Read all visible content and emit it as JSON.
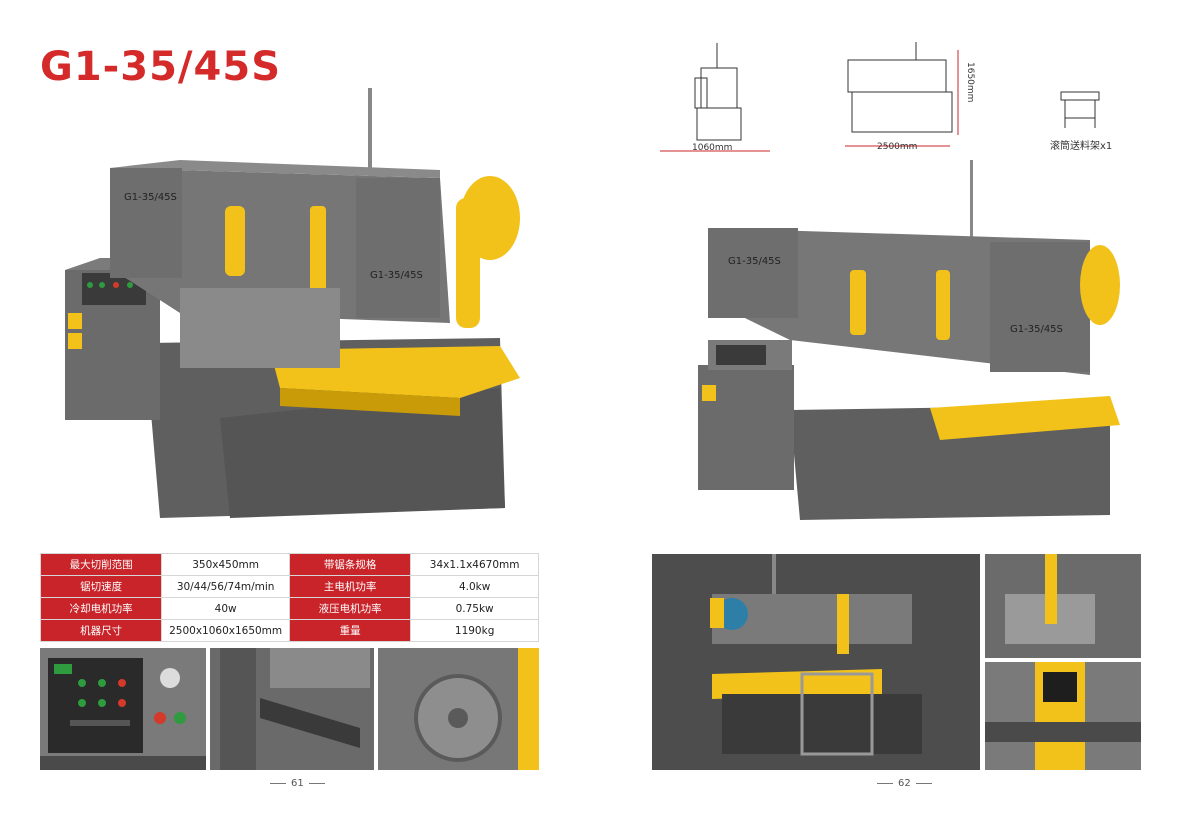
{
  "page_title": "G1-35/45S",
  "machine_label": "G1-35/45S",
  "diagrams": {
    "width_label": "1060mm",
    "length_label": "2500mm",
    "height_label": "1650mm",
    "roller_caption": "滚筒送料架x1"
  },
  "specs": [
    {
      "k1": "最大切削范围",
      "v1": "350x450mm",
      "k2": "带锯条规格",
      "v2": "34x1.1x4670mm"
    },
    {
      "k1": "锯切速度",
      "v1": "30/44/56/74m/min",
      "k2": "主电机功率",
      "v2": "4.0kw"
    },
    {
      "k1": "冷却电机功率",
      "v1": "40w",
      "k2": "液压电机功率",
      "v2": "0.75kw"
    },
    {
      "k1": "机器尺寸",
      "v1": "2500x1060x1650mm",
      "k2": "重量",
      "v2": "1190kg"
    }
  ],
  "page_numbers": {
    "left": "61",
    "right": "62"
  },
  "colors": {
    "brand_red": "#d42a2a",
    "machine_gray": "#6b6b6b",
    "safety_yellow": "#f2c21a"
  }
}
